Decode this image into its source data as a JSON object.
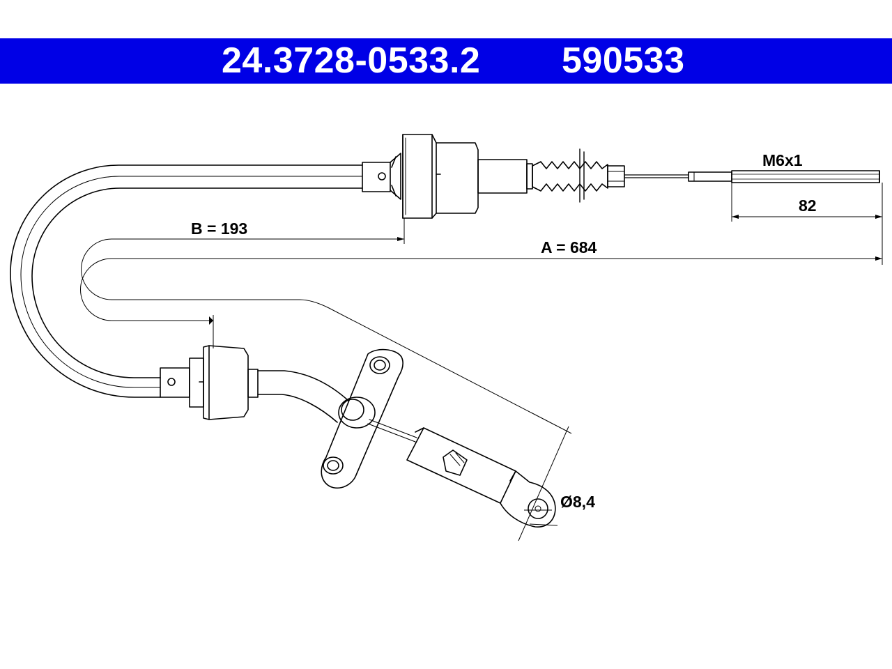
{
  "header": {
    "part_number": "24.3728-0533.2",
    "reference_number": "590533",
    "background_color": "#0000e6",
    "text_color": "#ffffff"
  },
  "dimensions": {
    "thread": "M6x1",
    "thread_length": "82",
    "dim_a": "A = 684",
    "dim_b": "B = 193",
    "eye_diameter": "Ø8,4"
  }
}
